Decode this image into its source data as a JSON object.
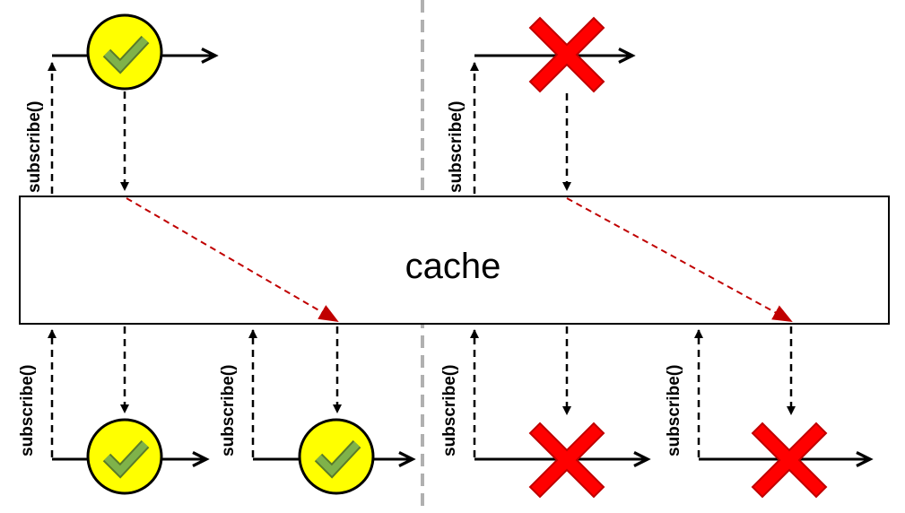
{
  "cache": {
    "label": "cache"
  },
  "subscribe_label": "subscribe()",
  "colors": {
    "success_fill": "#ffff00",
    "check_fill": "#6aa84f",
    "error_fill": "#ff0000",
    "error_stroke": "#c00000",
    "cache_to_subscriber_arrow": "#c00000",
    "divider": "#b0b0b0",
    "line": "#000000"
  },
  "panels": [
    {
      "name": "success",
      "result_icon": "checkmark-circle-icon"
    },
    {
      "name": "error",
      "result_icon": "red-x-icon"
    }
  ]
}
